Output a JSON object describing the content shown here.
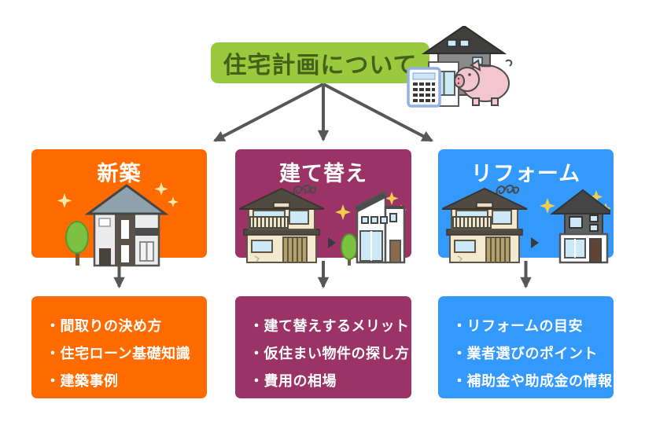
{
  "title": {
    "label": "住宅計画について"
  },
  "palette": {
    "title_bg": "#9BC93D",
    "title_text": "#42611B",
    "arrow_gray": "#575757",
    "new_build_color": "#FF6B00",
    "rebuild_color": "#9B3367",
    "reform_color": "#3399FC",
    "text_on_color": "#FFFFFF",
    "sparkle_yellow": "#F0CE4F",
    "sparkle_cream": "#F6E8A8",
    "piggy_pink": "#F3C6CF",
    "window_blue": "#CDE9F7"
  },
  "branches": [
    {
      "key": "new-build",
      "label": "新築",
      "topics": [
        "・間取りの決め方",
        "・住宅ローン基礎知識",
        "・建築事例"
      ]
    },
    {
      "key": "rebuild",
      "label": "建て替え",
      "topics": [
        "・建て替えするメリット",
        "・仮住まい物件の探し方",
        "・費用の相場"
      ]
    },
    {
      "key": "reform",
      "label": "リフォーム",
      "topics": [
        "・リフォームの目安",
        "・業者選びのポイント",
        "・補助金や助成金の情報"
      ]
    }
  ],
  "icons": {
    "title_illustration": [
      "house-icon",
      "calculator-icon",
      "piggy-bank-icon"
    ],
    "new_build_art": [
      "sparkle-icon",
      "tree-icon",
      "new-house-icon"
    ],
    "rebuild_art": [
      "scribble-icon",
      "old-house-icon",
      "right-triangle-icon",
      "modern-house-icon",
      "sparkle-icon"
    ],
    "reform_art": [
      "scribble-icon",
      "old-house-icon",
      "right-triangle-icon",
      "renovated-house-icon",
      "sparkle-icon"
    ],
    "right_triangle_glyph": "▶",
    "bullet_glyph": "・"
  }
}
